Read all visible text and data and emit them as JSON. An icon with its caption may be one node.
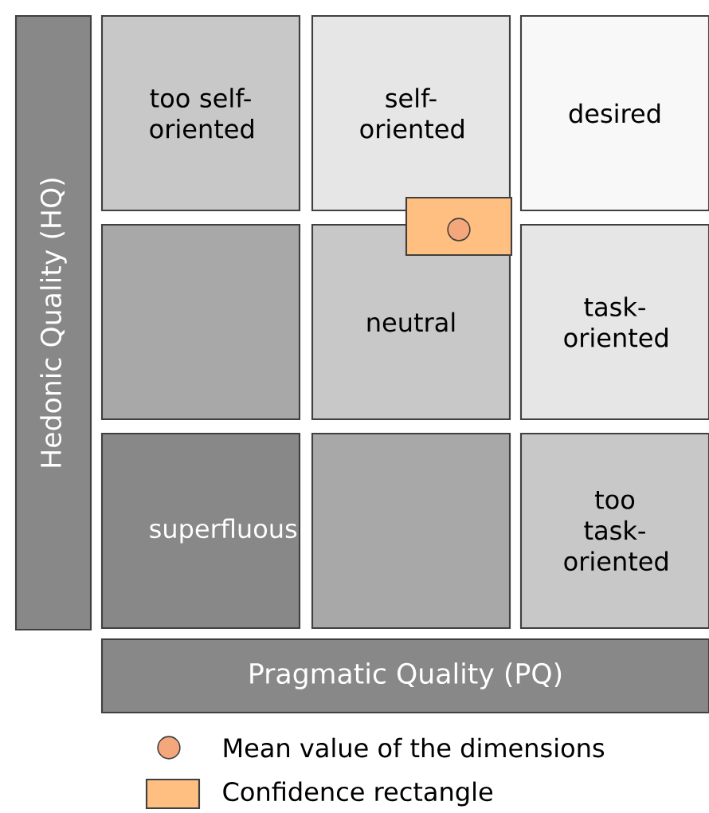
{
  "diagram": {
    "nodes": [
      {
        "text": [
          "Hedonic Quality (HQ)"
        ]
      },
      {
        "text": [
          "too self-oriented"
        ]
      },
      {
        "text": [
          "self-oriented"
        ]
      },
      {
        "text": [
          "desired"
        ]
      },
      {
        "text": [],
        "shape": "box"
      },
      {
        "text": [
          "neutral"
        ]
      },
      {
        "text": [
          "task-oriented"
        ]
      },
      {
        "text": [
          "superfluous"
        ]
      },
      {
        "text": [],
        "shape": "box"
      },
      {
        "text": [
          "too task-oriented"
        ]
      },
      {
        "text": [
          "Pragmatic Quality (PQ)"
        ]
      }
    ],
    "legend": [
      {
        "text": "Mean value of the dimensions"
      },
      {
        "text": "Confidence rectangle",
        "color": "#ffbf80"
      }
    ]
  }
}
